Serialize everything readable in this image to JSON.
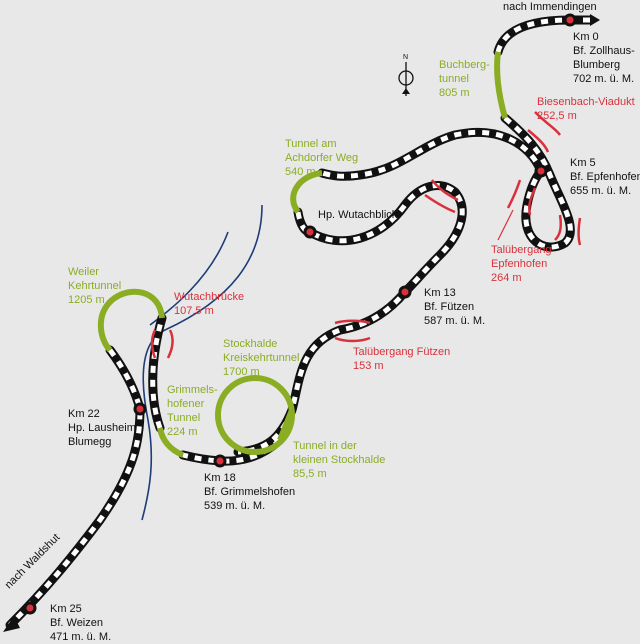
{
  "directions": {
    "north": "nach Immendingen",
    "south": "nach Waldshut"
  },
  "compass": {
    "label": "N"
  },
  "stations": [
    {
      "km": "Km 0",
      "name": "Bf. Zollhaus-",
      "name2": "Blumberg",
      "alt": "702 m. ü. M."
    },
    {
      "km": "Km 5",
      "name": "Bf. Epfenhofen",
      "alt": "655 m. ü. M."
    },
    {
      "name": "Hp. Wutachblick"
    },
    {
      "km": "Km 13",
      "name": "Bf. Fützen",
      "alt": "587 m. ü. M."
    },
    {
      "km": "Km 18",
      "name": "Bf. Grimmelshofen",
      "alt": "539 m. ü. M."
    },
    {
      "km": "Km 22",
      "name": "Hp. Lausheim",
      "name2": "Blumegg"
    },
    {
      "km": "Km 25",
      "name": "Bf. Weizen",
      "alt": "471 m. ü. M."
    }
  ],
  "tunnels": [
    {
      "l1": "Buchberg-",
      "l2": "tunnel",
      "len": "805 m"
    },
    {
      "l1": "Tunnel am",
      "l2": "Achdorfer Weg",
      "len": "540 m"
    },
    {
      "l1": "Weiler",
      "l2": "Kehrtunnel",
      "len": "1205 m"
    },
    {
      "l1": "Stockhalde",
      "l2": "Kreiskehrtunnel",
      "len": "1700 m"
    },
    {
      "l1": "Grimmels-",
      "l2": "hofener",
      "l3": "Tunnel",
      "len": "224 m"
    },
    {
      "l1": "Tunnel in der",
      "l2": "kleinen Stockhalde",
      "len": "85,5 m"
    }
  ],
  "bridges": [
    {
      "l1": "Biesenbach-Viadukt",
      "len": "252,5 m"
    },
    {
      "l1": "Talübergang",
      "l2": "Epfenhofen",
      "len": "264 m"
    },
    {
      "l1": "Talübergang Fützen",
      "len": "153 m"
    },
    {
      "l1": "Wutachbrücke",
      "len": "107,5 m"
    }
  ]
}
